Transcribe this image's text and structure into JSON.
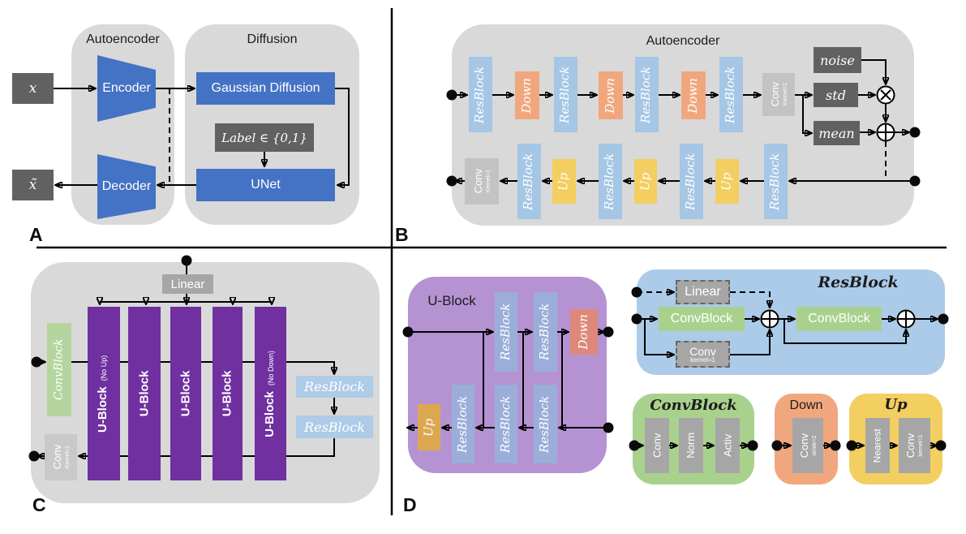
{
  "figure": {
    "panel_labels": {
      "a": "A",
      "b": "B",
      "c": "C",
      "d": "D"
    }
  },
  "colors": {
    "panel_bg": "#d9d9d9",
    "accent_blue": "#4472c4",
    "dark_box": "#616161",
    "mid_gray": "#a6a6a6",
    "light_gray_box": "#c9c9c9",
    "conv_gray": "#c3c3c3",
    "resblock_blue": "#a5c6e5",
    "resblock_blue_light": "#aecbe8",
    "resblock_periwinkle": "#9baed9",
    "resblock_panel_bg": "#abcbe9",
    "down_orange": "#f1a77e",
    "down_salmon": "#dd8878",
    "up_yellow": "#f3ce60",
    "up_amber": "#dba850",
    "purple_deep": "#7030a0",
    "purple_light": "#b593d3",
    "green": "#a9d18e",
    "green_light": "#b4d69e",
    "line": "#000000"
  },
  "panel_a": {
    "autoencoder_title": "Autoencoder",
    "diffusion_title": "Diffusion",
    "input_label": "x",
    "output_label": "x̃",
    "encoder_label": "Encoder",
    "decoder_label": "Decoder",
    "gaussian_diffusion_label": "Gaussian Diffusion",
    "condition_label": "Label ∈ {0,1}",
    "unet_label": "UNet"
  },
  "panel_b": {
    "title": "Autoencoder",
    "resblock_label": "ResBlock",
    "down_label": "Down",
    "up_label": "Up",
    "conv_label": "Conv",
    "kernel_label": "Kernel=1",
    "noise_label": "noise",
    "std_label": "std",
    "mean_label": "mean"
  },
  "panel_c": {
    "linear_label": "Linear",
    "convblock_label": "ConvBlock",
    "ublock_label": "U-Block",
    "no_up_label": "(No Up)",
    "no_down_label": "(No Down)",
    "resblock_label": "ResBlock",
    "conv_label": "Conv",
    "kernel_label": "Kernel=1"
  },
  "panel_d": {
    "ublock": {
      "title": "U-Block",
      "resblock_label": "ResBlock",
      "down_label": "Down",
      "up_label": "Up"
    },
    "resblock": {
      "title": "ResBlock",
      "linear_label": "Linear",
      "convblock_label": "ConvBlock",
      "conv_label": "Conv",
      "kernel_label": "kernel=1"
    },
    "convblock": {
      "title": "ConvBlock",
      "conv_label": "Conv",
      "norm_label": "Norm",
      "activ_label": "Activ"
    },
    "down": {
      "title": "Down",
      "conv_label": "Conv",
      "stride_label": "stride=2"
    },
    "up": {
      "title": "Up",
      "nearest_label": "Nearest",
      "conv_label": "Conv",
      "kernel_label": "kernel=1"
    }
  }
}
